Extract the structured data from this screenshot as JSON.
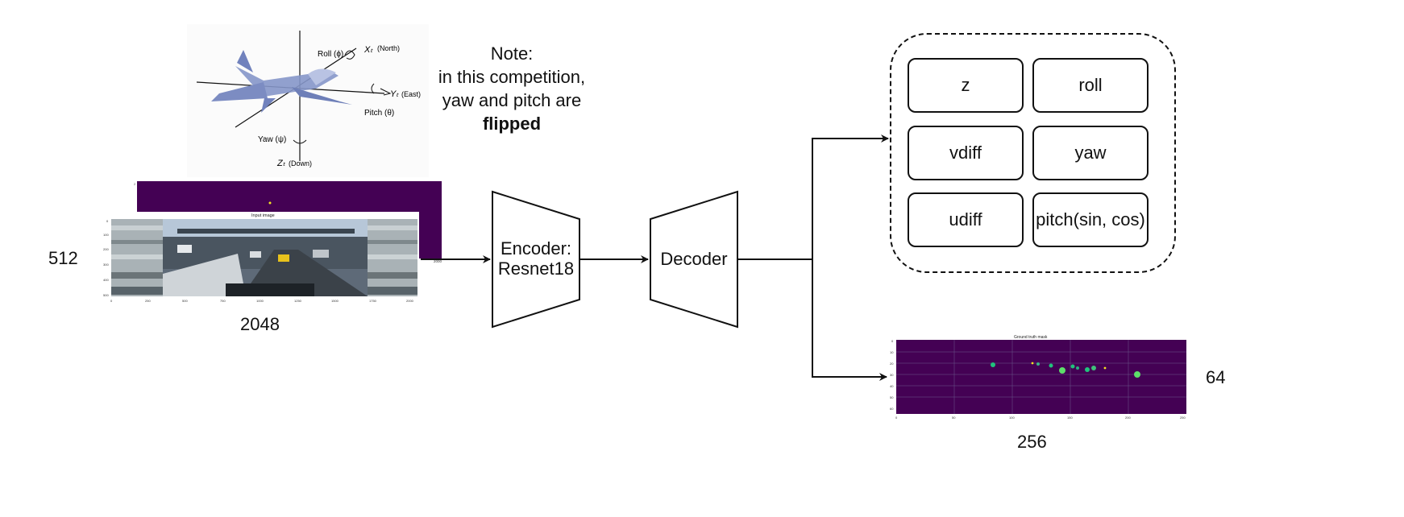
{
  "note": {
    "line1": "Note:",
    "line2": "in this competition,",
    "line3": "yaw and pitch are",
    "line4": "flipped"
  },
  "aircraft": {
    "roll_label": "Roll (ϕ)",
    "pitch_label": "Pitch (θ)",
    "yaw_label": "Yaw (ψ)",
    "x_axis": "Xₜ",
    "x_axis_note": "(North)",
    "y_axis": "Yₜ",
    "y_axis_note": "(East)",
    "z_axis": "Zₜ",
    "z_axis_note": "(Down)"
  },
  "input": {
    "title": "Input image",
    "height_label": "512",
    "width_label": "2048",
    "x_ticks": [
      "0",
      "250",
      "500",
      "750",
      "1000",
      "1250",
      "1500",
      "1750",
      "2000"
    ],
    "y_ticks": [
      "0",
      "100",
      "200",
      "300",
      "400",
      "500"
    ],
    "back_x_tick": "2000"
  },
  "encoder": {
    "line1": "Encoder:",
    "line2": "Resnet18"
  },
  "decoder": {
    "label": "Decoder"
  },
  "outputs": {
    "cells": [
      "z",
      "roll",
      "vdiff",
      "yaw",
      "udiff",
      "pitch(sin, cos)"
    ]
  },
  "mask": {
    "title": "Ground truth mask",
    "height_label": "64",
    "width_label": "256",
    "x_ticks": [
      "0",
      "50",
      "100",
      "150",
      "200",
      "250"
    ],
    "y_ticks": [
      "0",
      "10",
      "20",
      "30",
      "40",
      "50",
      "60"
    ]
  },
  "colors": {
    "heatmap_bg": "#440154",
    "heatmap_spot": "#21c37c",
    "aircraft_body": "#8596c9",
    "line": "#111111"
  }
}
